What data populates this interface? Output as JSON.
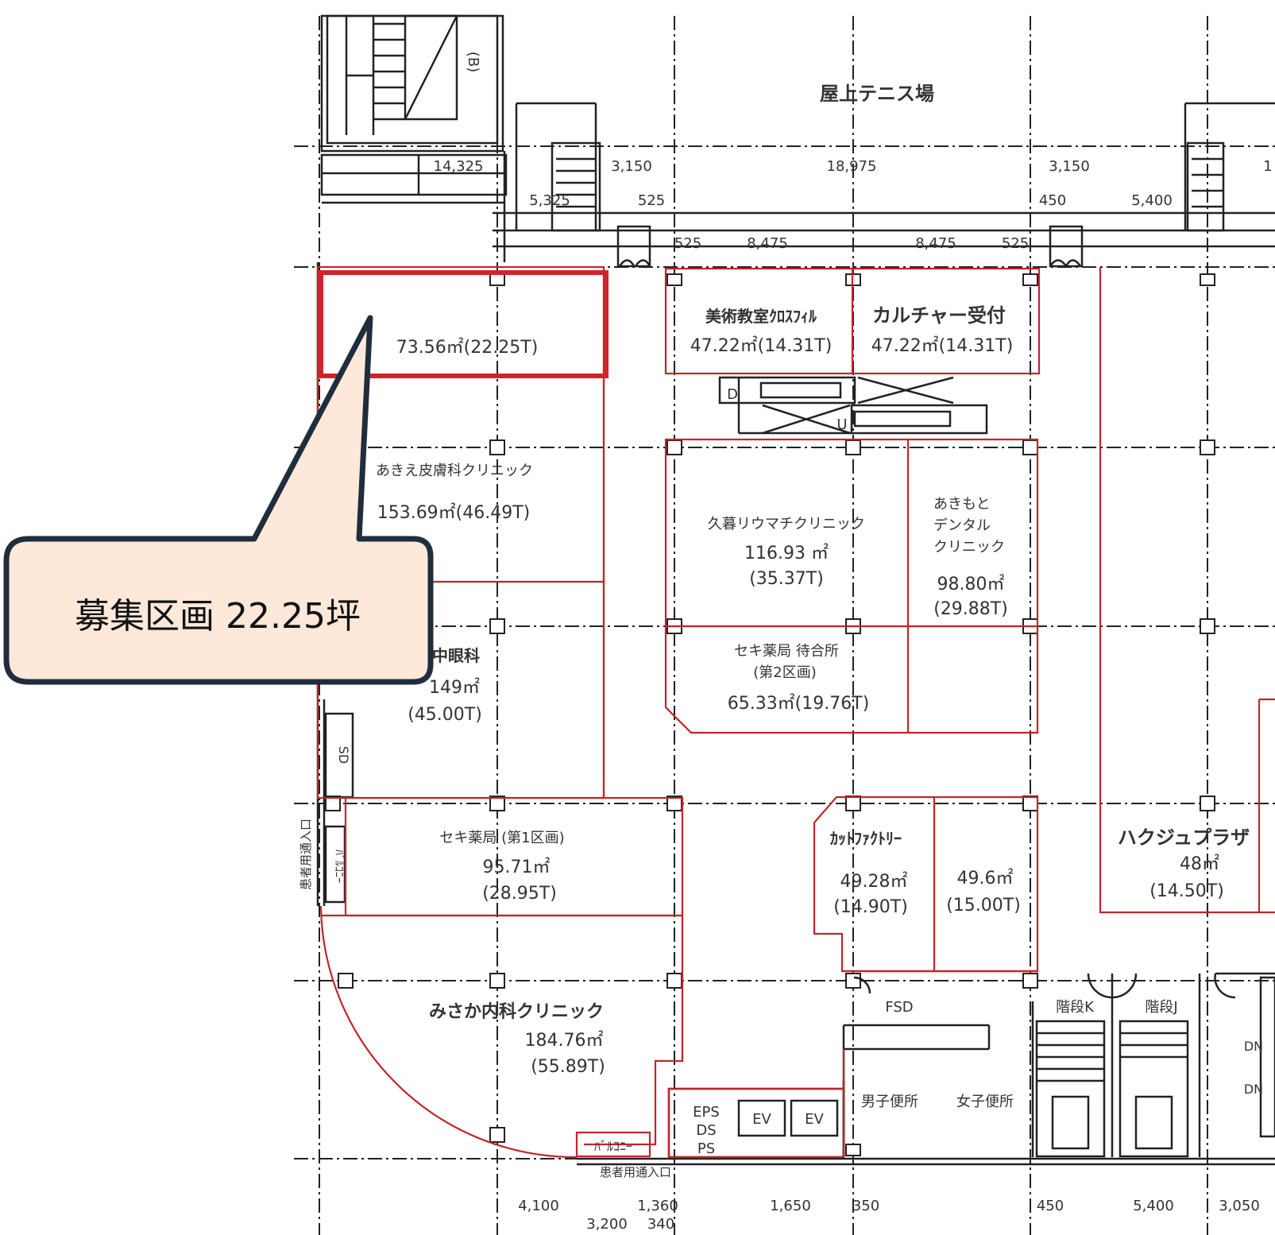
{
  "colors": {
    "unit_outline": "#c0262c",
    "highlight": "#d2232a",
    "grid": "#222222",
    "callout_fill": "#fde8da",
    "callout_stroke": "#1f2d3d"
  },
  "callout": {
    "text": "募集区画 22.25坪"
  },
  "title": "屋上テニス場",
  "units": {
    "vacant": "73.56㎡(22.25T)",
    "bijutsu_name": "美術教室ｸﾛｽﾌｨﾙ",
    "bijutsu_area": "47.22㎡(14.31T)",
    "culture_name": "カルチャー受付",
    "culture_area": "47.22㎡(14.31T)",
    "hifu_name": "あきえ皮膚科クリニック",
    "hifu_area": "153.69㎡(46.49T)",
    "kubo_name": "久暮リウマチクリニック",
    "kubo_area": "116.93 ㎡",
    "kubo_tsubo": "(35.37T)",
    "akimoto_name_1": "あきもと",
    "akimoto_name_2": "デンタル",
    "akimoto_name_3": "クリニック",
    "akimoto_area": "98.80㎡",
    "akimoto_tsubo": "(29.88T)",
    "ganka_name": "中眼科",
    "ganka_area": "149㎡",
    "ganka_tsubo": "(45.00T)",
    "seki2_name": "セキ薬局 待合所",
    "seki2_sub": "(第2区画)",
    "seki2_area": "65.33㎡(19.76T)",
    "seki1_name": "セキ薬局 (第1区画)",
    "seki1_area": "95.71㎡",
    "seki1_tsubo": "(28.95T)",
    "cut_name": "ｶｯﾄﾌｧｸﾄﾘｰ",
    "cut_area": "49.28㎡",
    "cut_tsubo": "(14.90T)",
    "unit496_area": "49.6㎡",
    "unit496_tsubo": "(15.00T)",
    "hakuju_name": "ハクジュプラザ",
    "hakuju_area": "48㎡",
    "hakuju_tsubo": "(14.50T)",
    "mikaka_name": "みさか内科クリニック",
    "mikaka_area": "184.76㎡",
    "mikaka_tsubo": "(55.89T)"
  },
  "facilities": {
    "eps": "EPS",
    "ds": "DS",
    "ps": "PS",
    "ev1": "EV",
    "ev2": "EV",
    "mens": "男子便所",
    "womens": "女子便所",
    "fsd": "FSD",
    "stair_k": "階段K",
    "stair_j": "階段J",
    "balcony_bottom": "ﾊﾞﾙｺﾆｰ",
    "balcony_left": "ﾊﾞﾙｺﾆｰ",
    "sd": "SD",
    "entrance_left": "患者用通入口",
    "entrance_bottom": "患者用通入口",
    "b_mark": "(B)",
    "d_mark": "D",
    "u_mark": "U",
    "dn1": "DN",
    "dn2": "DN"
  },
  "dimensions": {
    "top_14325": "14,325",
    "top_3150a": "3,150",
    "top_18975": "18,975",
    "top_3150b": "3,150",
    "top_1": "1",
    "top_5325": "5,325",
    "top_525a": "525",
    "top_450": "450",
    "top_5400": "5,400",
    "top_525b": "525",
    "top_8475a": "8,475",
    "top_8475b": "8,475",
    "top_525c": "525",
    "bot_4100": "4,100",
    "bot_1360": "1,360",
    "bot_3200": "3,200",
    "bot_340": "340",
    "bot_1650": "1,650",
    "bot_350": "350",
    "bot_450": "450",
    "bot_5400": "5,400",
    "bot_3050": "3,050"
  }
}
